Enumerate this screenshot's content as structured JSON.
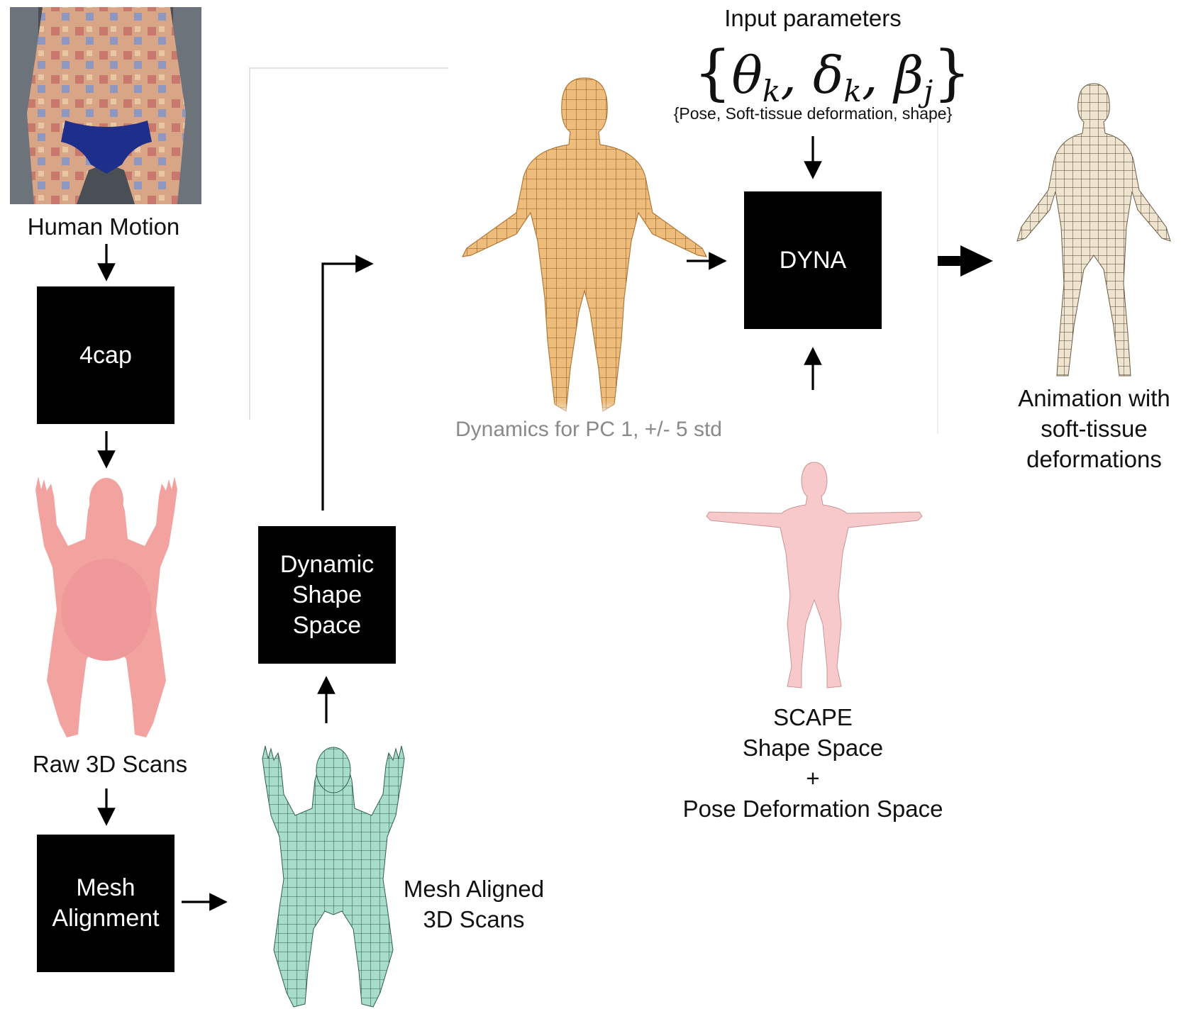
{
  "labels": {
    "human_motion": "Human Motion",
    "raw_scans": "Raw 3D Scans",
    "mesh_aligned": [
      "Mesh Aligned",
      "3D Scans"
    ],
    "input_parameters": "Input parameters",
    "param_desc": "{Pose, Soft-tissue deformation, shape}",
    "dynamics_caption": "Dynamics for PC 1, +/- 5 std",
    "animation": [
      "Animation with",
      "soft-tissue",
      "deformations"
    ],
    "scape": [
      "SCAPE",
      "Shape Space",
      "+",
      "Pose Deformation Space"
    ]
  },
  "formula": {
    "open": "{",
    "theta": "θ",
    "theta_sub": "k",
    "delta": "δ",
    "delta_sub": "k",
    "beta": "β",
    "beta_sub": "j",
    "close": "}"
  },
  "boxes": {
    "fourcap": "4cap",
    "mesh_alignment": [
      "Mesh",
      "Alignment"
    ],
    "dynamic_shape_space": [
      "Dynamic",
      "Shape",
      "Space"
    ],
    "dyna": "DYNA"
  },
  "colors": {
    "box_fill": "#000000",
    "box_text": "#ffffff",
    "arrow": "#000000",
    "mesh_orange": "#eebd7b",
    "mesh_orange_dark": "#b07a3a",
    "mesh_teal": "#a8dccb",
    "mesh_teal_dark": "#2f5e52",
    "scan_pink": "#f2a3a0",
    "scape_pink": "#f7c9cb",
    "anim_beige": "#efe4cf",
    "photo_bg": "#4a4f56",
    "photo_skin": "#d9a587",
    "photo_brief": "#1d2f8a"
  }
}
